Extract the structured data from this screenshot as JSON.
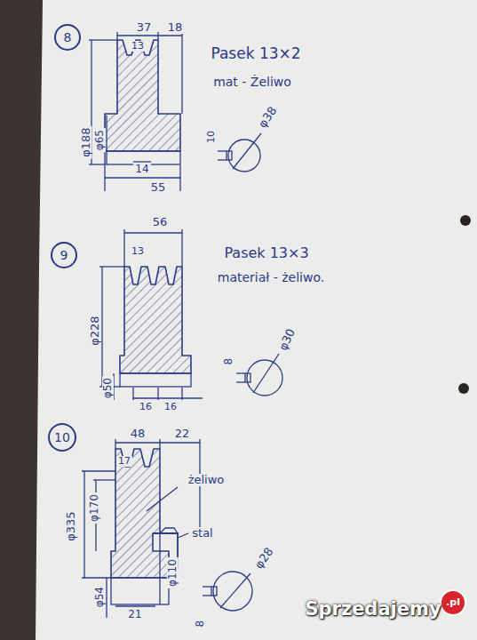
{
  "diagram": {
    "nodes": [
      {
        "text": [
          "8"
        ]
      },
      {
        "text": [
          "9"
        ]
      },
      {
        "text": [
          "10"
        ]
      },
      {
        "text": [
          ".pl"
        ]
      }
    ],
    "labels": [
      "37",
      "18",
      "13",
      "Pasek 13×2",
      "mat - Żeliwo",
      "φ188",
      "φ65",
      "14",
      "55",
      "10",
      "φ38",
      "56",
      "13",
      "Pasek 13×3",
      "materiał - żeliwo.",
      "φ228",
      "φ50",
      "16",
      "16",
      "8",
      "φ30",
      "48",
      "22",
      "17",
      "żeliwo",
      "stal",
      "φ335",
      "φ170",
      "φ54",
      "φ110",
      "21",
      "8",
      "φ28",
      "Sprzedajemy"
    ]
  }
}
